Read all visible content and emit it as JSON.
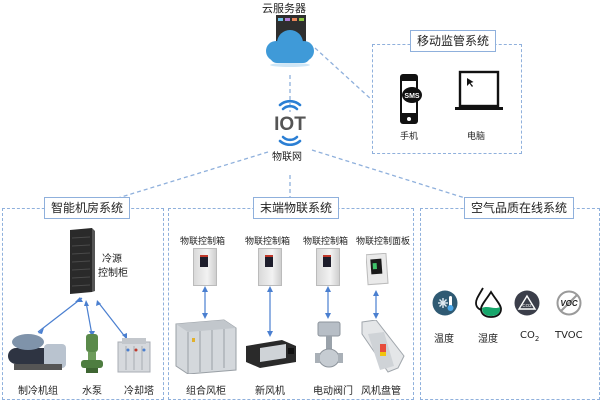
{
  "cloud": {
    "label": "云服务器"
  },
  "iot": {
    "logo_text": "IOT",
    "label": "物联网"
  },
  "mobile_panel": {
    "title": "移动监管系统",
    "items": [
      {
        "icon": "smartphone-sms-icon",
        "label": "手机",
        "badge": "SMS"
      },
      {
        "icon": "laptop-icon",
        "label": "电脑"
      }
    ]
  },
  "machine_room": {
    "title": "智能机房系统",
    "controller": {
      "icon": "server-rack-icon",
      "label_line1": "冷源",
      "label_line2": "控制柜"
    },
    "devices": [
      {
        "icon": "chiller-unit-icon",
        "label": "制冷机组"
      },
      {
        "icon": "water-pump-icon",
        "label": "水泵"
      },
      {
        "icon": "cooling-tower-icon",
        "label": "冷却塔"
      }
    ]
  },
  "terminal": {
    "title": "末端物联系统",
    "columns": [
      {
        "controller_label": "物联控制箱",
        "device_label": "组合风柜"
      },
      {
        "controller_label": "物联控制箱",
        "device_label": "新风机"
      },
      {
        "controller_label": "物联控制箱",
        "device_label": "电动阀门"
      },
      {
        "controller_label": "物联控制面板",
        "device_label": "风机盘管"
      }
    ]
  },
  "air_quality": {
    "title": "空气品质在线系统",
    "sensors": [
      {
        "icon": "temperature-icon",
        "label": "温度"
      },
      {
        "icon": "humidity-icon",
        "label": "湿度"
      },
      {
        "icon": "co2-icon",
        "label": "CO",
        "sub": "2"
      },
      {
        "icon": "tvoc-icon",
        "label": "TVOC",
        "glyph": "VOC"
      }
    ]
  },
  "colors": {
    "dash": "#8fb0dc",
    "arrow": "#4a7fd0",
    "cloud": "#3f9ad8",
    "iot_wave": "#2b7fd4",
    "iot_text": "#555555"
  }
}
